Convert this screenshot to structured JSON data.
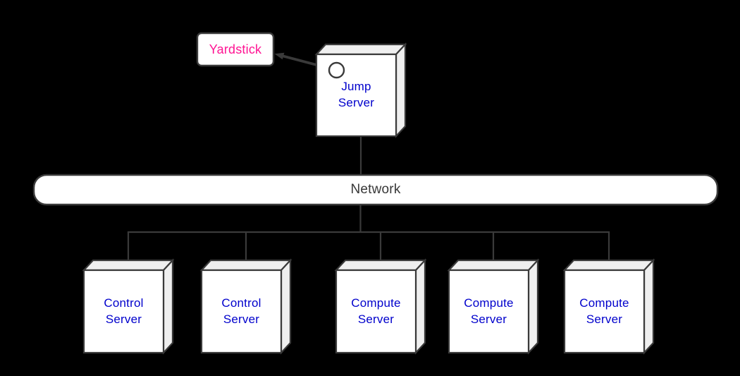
{
  "colors": {
    "background": "#000000",
    "outline": "#3a3a3a",
    "box_face": "#ffffff",
    "box_shade": "#efefef",
    "server_label": "#0000cc",
    "yardstick_label": "#ff1493",
    "network_label": "#383838"
  },
  "nodes": {
    "yardstick": {
      "label": "Yardstick"
    },
    "jump_server": {
      "line1": "Jump",
      "line2": "Server"
    },
    "network": {
      "label": "Network"
    },
    "servers": [
      {
        "line1": "Control",
        "line2": "Server"
      },
      {
        "line1": "Control",
        "line2": "Server"
      },
      {
        "line1": "Compute",
        "line2": "Server"
      },
      {
        "line1": "Compute",
        "line2": "Server"
      },
      {
        "line1": "Compute",
        "line2": "Server"
      }
    ]
  }
}
